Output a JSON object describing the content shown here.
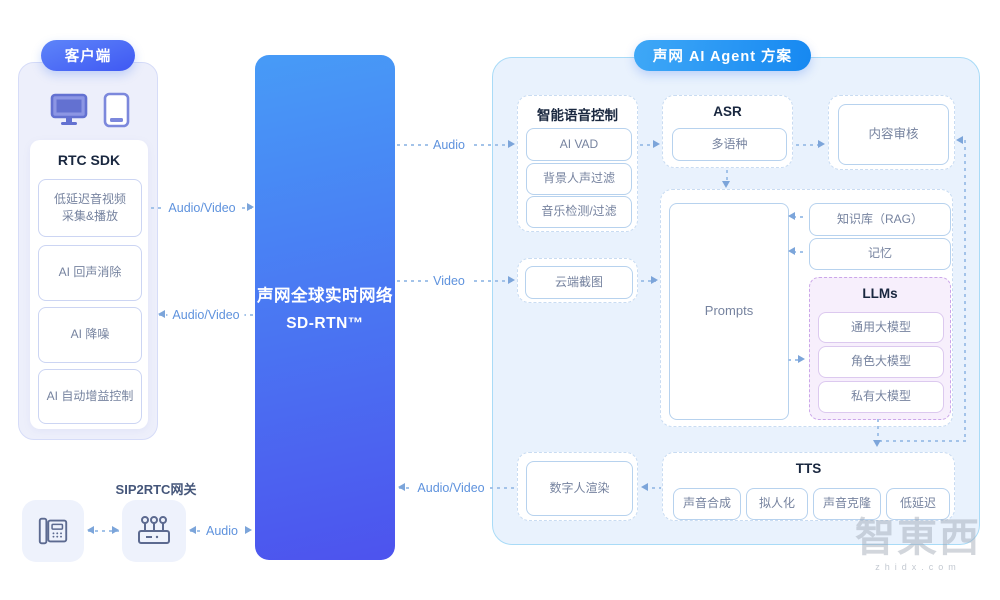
{
  "client": {
    "badge": "客户端",
    "sdk": {
      "title": "RTC SDK",
      "items": [
        "低延迟音视频\n采集&播放",
        "AI 回声消除",
        "AI 降噪",
        "AI 自动增益控制"
      ]
    },
    "sip_gateway_label": "SIP2RTC网关"
  },
  "network": {
    "line1": "声网全球实时网络",
    "line2": "SD-RTN™"
  },
  "agent": {
    "badge": "声网 AI Agent 方案",
    "voice_control": {
      "title": "智能语音控制",
      "items": [
        "AI VAD",
        "背景人声过滤",
        "音乐检测/过滤"
      ]
    },
    "asr": {
      "title": "ASR",
      "items": [
        "多语种"
      ]
    },
    "content_review": "内容审核",
    "cloud_snapshot": "云端截图",
    "prompts": "Prompts",
    "knowledge_rag": "知识库（RAG）",
    "memory": "记忆",
    "llms": {
      "title": "LLMs",
      "items": [
        "通用大模型",
        "角色大模型",
        "私有大模型"
      ]
    },
    "tts": {
      "title": "TTS",
      "items": [
        "声音合成",
        "拟人化",
        "声音克隆",
        "低延迟"
      ]
    },
    "avatar_render": "数字人渲染"
  },
  "flow_labels": {
    "uplink": "Audio/Video",
    "downlink": "Audio/Video",
    "audio_to_agent": "Audio",
    "video_to_agent": "Video",
    "av_return": "Audio/Video",
    "sip_audio": "Audio"
  },
  "watermark": {
    "logo": "智東西",
    "site": "zhidx.com"
  },
  "colors": {
    "brand_blue": "#4a6df6",
    "agent_blue": "#2196f3",
    "network_gradient_top": "#479bf7",
    "network_gradient_bottom": "#4d53ee",
    "panel_blue": "#e9f2fd",
    "panel_lavender": "#edeffb",
    "llms_purple": "#f7effc",
    "line_blue": "#a3c3e9",
    "label_blue": "#5e92dd"
  }
}
